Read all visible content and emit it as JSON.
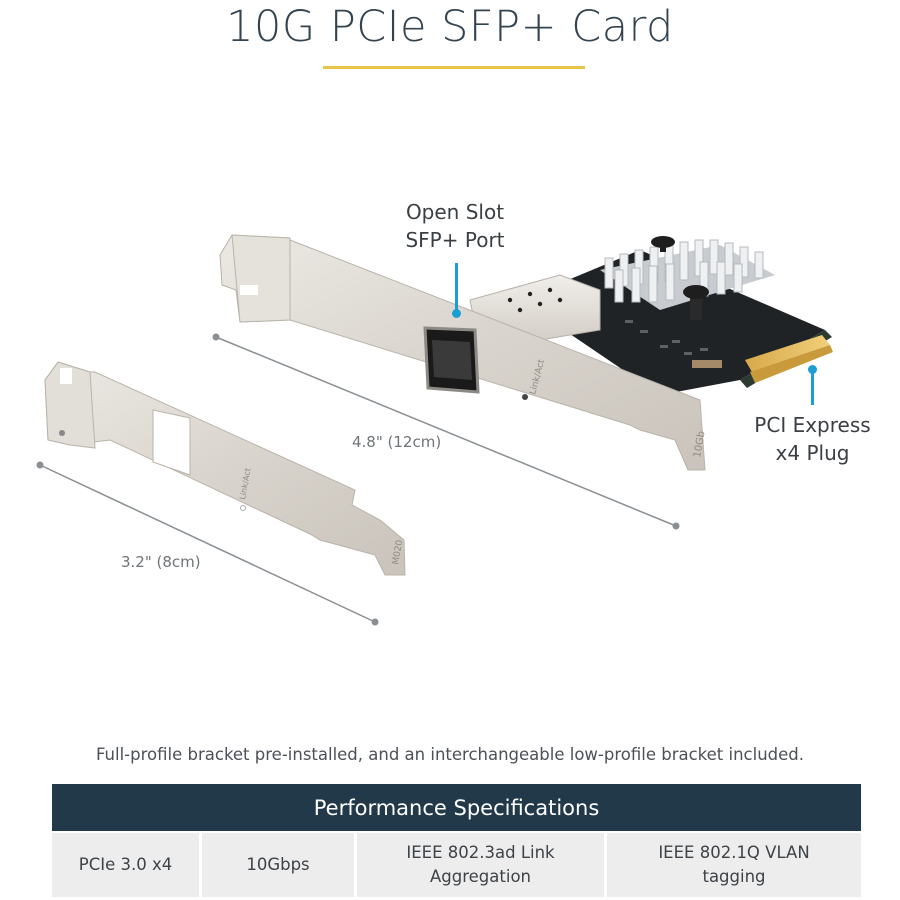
{
  "title": "10G PCIe SFP+ Card",
  "colors": {
    "title_underline": "#e7c547",
    "callout_leader": "#1a9fd4",
    "table_header_bg": "#22394a",
    "table_cell_bg": "#ededed"
  },
  "callouts": {
    "sfp_port": {
      "line1": "Open Slot",
      "line2": "SFP+ Port"
    },
    "pci_plug": {
      "line1": "PCI Express",
      "line2": "x4 Plug"
    }
  },
  "dimensions": {
    "full_profile": "4.8\" (12cm)",
    "low_profile": "3.2\" (8cm)"
  },
  "bracket_markings": {
    "full_profile": [
      "Link/Act",
      "10Gb"
    ],
    "low_profile": [
      "Link/Act",
      "M020"
    ]
  },
  "caption": "Full-profile bracket pre-installed, and an interchangeable low-profile bracket included.",
  "spec_table": {
    "header": "Performance Specifications",
    "cells": [
      {
        "line1": "PCIe 3.0 x4",
        "line2": ""
      },
      {
        "line1": "10Gbps",
        "line2": ""
      },
      {
        "line1": "IEEE 802.3ad Link",
        "line2": "Aggregation"
      },
      {
        "line1": "IEEE 802.1Q VLAN",
        "line2": "tagging"
      }
    ]
  }
}
